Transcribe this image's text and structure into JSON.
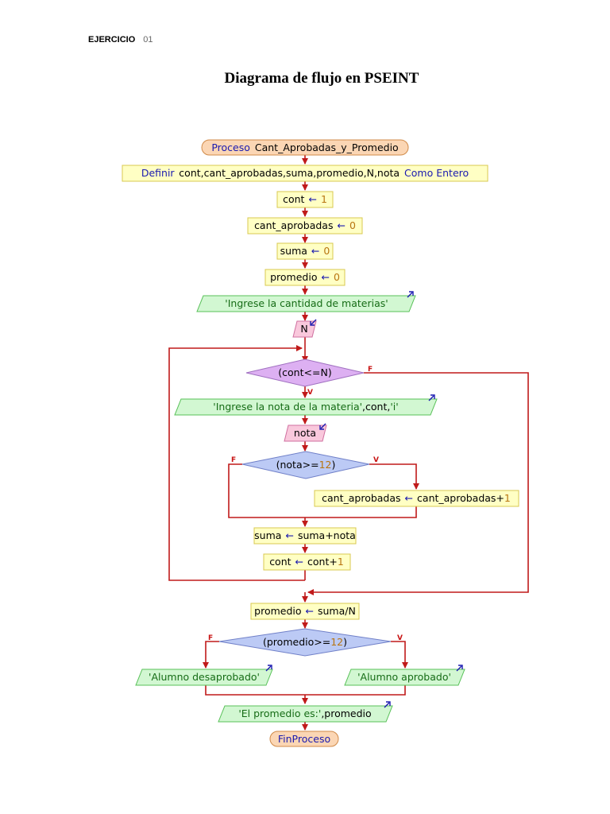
{
  "header": {
    "label": "EJERCICIO",
    "number": "01"
  },
  "title": "Diagrama de flujo en PSEINT",
  "flowchart": {
    "start": {
      "keyword": "Proceso",
      "name": "Cant_Aprobadas_y_Promedio"
    },
    "define": {
      "keyword": "Definir",
      "vars": "cont,cant_aprobadas,suma,promedio,N,nota",
      "type": "Como Entero"
    },
    "assign_cont": {
      "var": "cont",
      "arrow": "←",
      "value": "1"
    },
    "assign_aprob": {
      "var": "cant_aprobadas",
      "arrow": "←",
      "value": "0"
    },
    "assign_suma": {
      "var": "suma",
      "arrow": "←",
      "value": "0"
    },
    "assign_prom": {
      "var": "promedio",
      "arrow": "←",
      "value": "0"
    },
    "out_materias": {
      "text": "'Ingrese la cantidad de materias'"
    },
    "in_n": {
      "text": "N"
    },
    "cond_loop": {
      "open": "(cont<=N",
      "close": ")"
    },
    "out_nota": {
      "str": "'Ingrese la nota de la materia'",
      "sep1": ",cont,",
      "str2": "'i'"
    },
    "in_nota": {
      "text": "nota"
    },
    "cond_nota": {
      "open": "(nota>=",
      "num": "12",
      "close": ")"
    },
    "aprob_inc": {
      "left": "cant_aprobadas",
      "arrow": "←",
      "right": "cant_aprobadas+",
      "num": "1"
    },
    "suma_inc": {
      "left": "suma",
      "arrow": "←",
      "right": "suma+nota"
    },
    "cont_inc": {
      "left": "cont",
      "arrow": "←",
      "right": "cont+",
      "num": "1"
    },
    "prom_calc": {
      "left": "promedio",
      "arrow": "←",
      "right": "suma/N"
    },
    "cond_prom": {
      "open": "(promedio>=",
      "num": "12",
      "close": ")"
    },
    "out_desap": {
      "text": "'Alumno desaprobado'"
    },
    "out_aprob": {
      "text": "'Alumno aprobado'"
    },
    "out_prom": {
      "str": "'El promedio es:'",
      "rest": ",promedio"
    },
    "end": {
      "text": "FinProceso"
    },
    "labels": {
      "false": "F",
      "true": "V"
    },
    "colors": {
      "line": "#c01a1a",
      "process_fill": "#ffffc4",
      "process_stroke": "#d8c850",
      "io_fill": "#d2f7d2",
      "io_stroke": "#58c058",
      "input_fill": "#f9c8dc",
      "input_stroke": "#d070a0",
      "decision_loop": "#ddb0f2",
      "decision_if": "#bccaf5",
      "terminal_fill": "#fbd6b4",
      "terminal_stroke": "#d08a48"
    }
  }
}
